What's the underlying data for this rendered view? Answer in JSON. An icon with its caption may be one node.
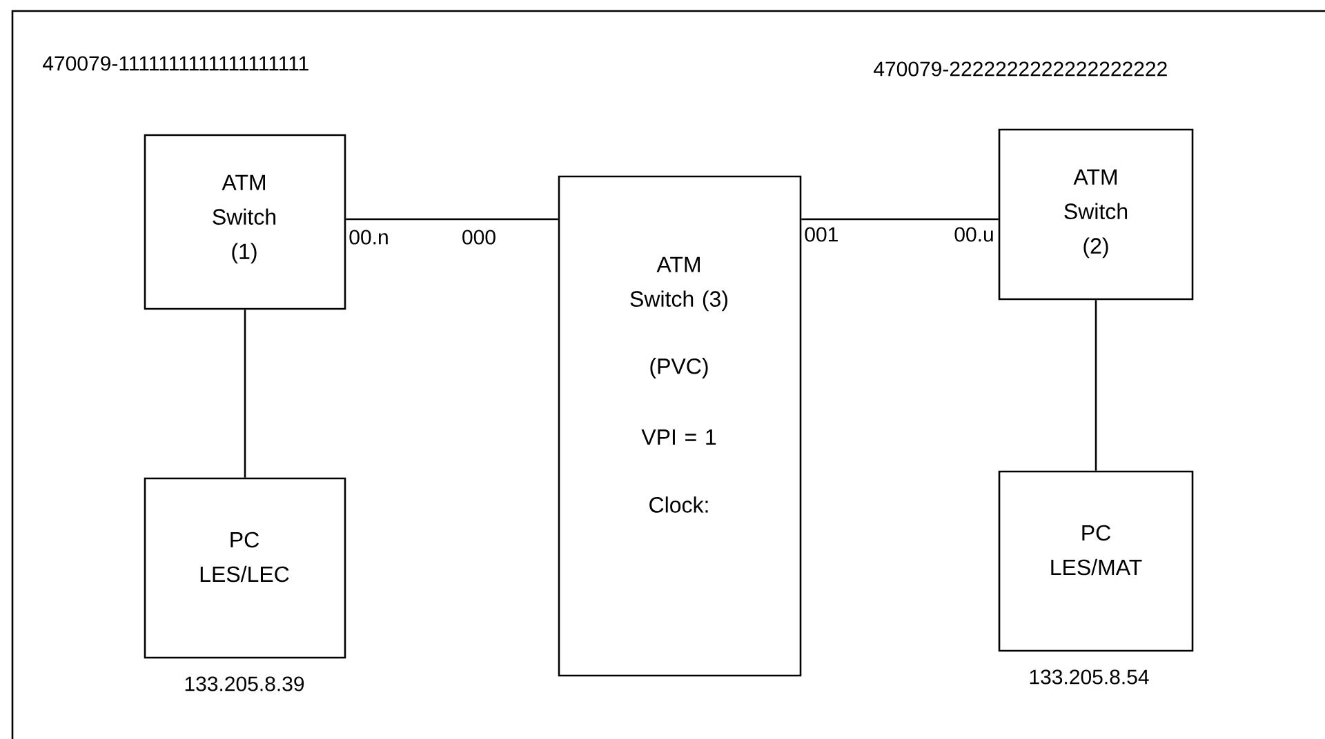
{
  "diagram": {
    "nodes": [
      {
        "text": [
          "ATM Switch (1)"
        ]
      },
      {
        "text": [
          "ATM Switch (3)",
          "(PVC)",
          "VPI = 1",
          "Clock:"
        ]
      },
      {
        "text": [
          "ATM Switch (2)"
        ]
      },
      {
        "text": [
          "PC LES/LEC"
        ],
        "beside": [
          "133.205.8.39"
        ]
      },
      {
        "text": [
          "PC LES/MAT"
        ],
        "beside": [
          "133.205.8.54"
        ]
      }
    ],
    "edges": [
      {
        "from": 0,
        "to": 1,
        "arrow": "none"
      },
      {
        "from": 1,
        "to": 2,
        "arrow": "none"
      },
      {
        "from": 0,
        "to": 3,
        "arrow": "none"
      },
      {
        "from": 2,
        "to": 4,
        "arrow": "none"
      }
    ],
    "labels": [
      "470079-1111111111111111111",
      "470079-2222222222222222222",
      "00.n",
      "000",
      "001",
      "00.u"
    ]
  }
}
